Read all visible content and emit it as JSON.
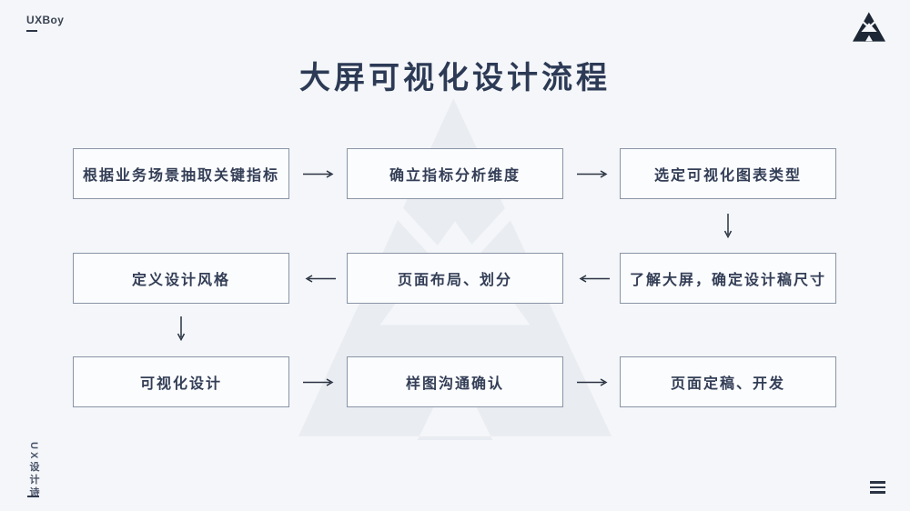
{
  "page": {
    "background_color": "#f4f6f9",
    "watermark_color": "#e9ecf1",
    "accent_color": "#2c3a55"
  },
  "header": {
    "brand": "UXBoy",
    "title": "大屏可视化设计流程"
  },
  "icons": {
    "logo": "triangle-a-logo",
    "menu": "hamburger-menu"
  },
  "flow": {
    "box_border_color": "#8a94a6",
    "box_text_color": "#333e56",
    "arrow_color": "#2a3342",
    "rows": [
      {
        "cells": [
          "根据业务场景抽取关键指标",
          "确立指标分析维度",
          "选定可视化图表类型"
        ]
      },
      {
        "cells": [
          "定义设计风格",
          "页面布局、划分",
          "了解大屏，确定设计稿尺寸"
        ]
      },
      {
        "cells": [
          "可视化设计",
          "样图沟通确认",
          "页面定稿、开发"
        ]
      }
    ],
    "sequence": [
      "根据业务场景抽取关键指标",
      "确立指标分析维度",
      "选定可视化图表类型",
      "了解大屏，确定设计稿尺寸",
      "页面布局、划分",
      "定义设计风格",
      "可视化设计",
      "样图沟通确认",
      "页面定稿、开发"
    ],
    "flow_direction_note": "serpentine: row1 left-to-right, down at col3, row2 right-to-left, down at col1, row3 left-to-right"
  },
  "footer": {
    "vertical_brand": "UX设计诗"
  }
}
